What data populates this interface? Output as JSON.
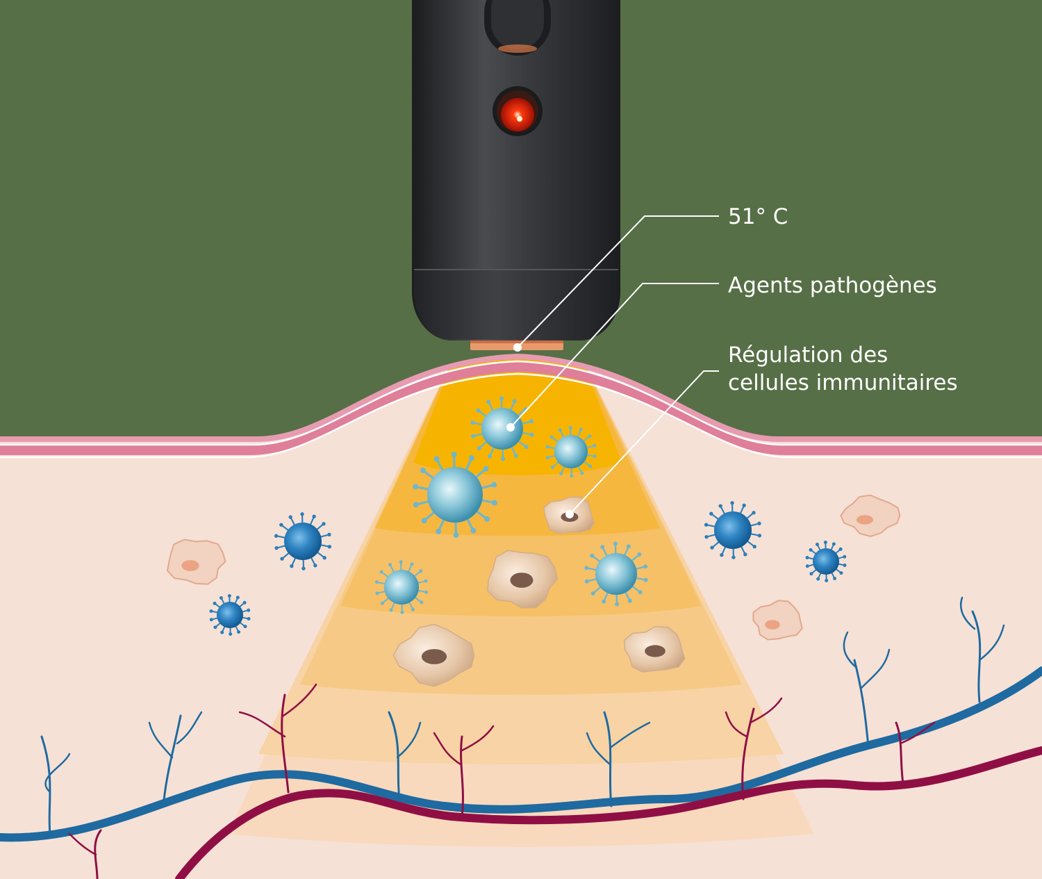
{
  "labels": {
    "temperature": "51° C",
    "pathogens": "Agents pathogènes",
    "immune_line1": "Régulation des",
    "immune_line2": "cellules immunitaires"
  },
  "colors": {
    "background": "#566f46",
    "skin": "#f6e1d6",
    "skin_layer": "#df7f9a",
    "heat_zone": "#f6b400",
    "device_body": "#2b2c2e",
    "heat_plate": "#e89a6d",
    "indicator_light": "#e8200a",
    "virus": "#2b7fb8",
    "immune_cell": "#e5c8a8",
    "vein": "#1f6aa0",
    "artery": "#8f0f45",
    "callout_line": "#ffffff"
  },
  "icons": [
    "virus-icon",
    "immune-cell-icon",
    "blood-vessel-icon",
    "device-icon",
    "indicator-light-icon"
  ]
}
